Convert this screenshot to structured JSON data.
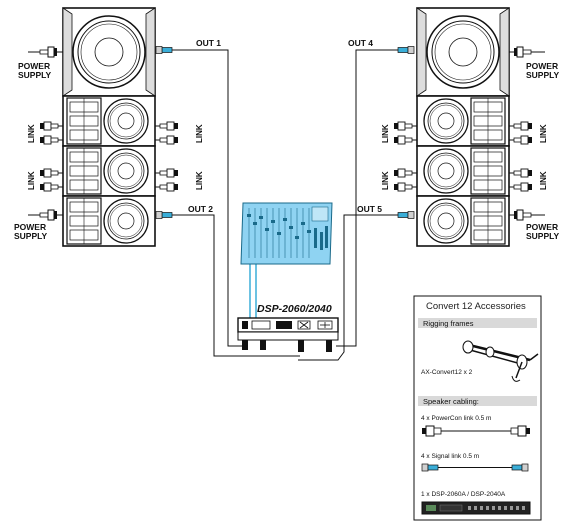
{
  "outputs": {
    "out1": "OUT 1",
    "out2": "OUT 2",
    "out4": "OUT 4",
    "out5": "OUT 5"
  },
  "labels": {
    "power_supply": [
      "POWER",
      "SUPPLY"
    ],
    "link": "LINK"
  },
  "processor": {
    "model": "DSP-2060/2040"
  },
  "accessories": {
    "title": "Convert 12 Accessories",
    "rigging": {
      "header": "Rigging frames",
      "item": "AX-Convert12 x 2"
    },
    "cabling": {
      "header": "Speaker cabling:",
      "powercon": "4 x PowerCon link 0.5 m",
      "signal": "4 x Signal link 0.5 m",
      "dsp": "1 x DSP-2060A / DSP-2040A"
    }
  },
  "colors": {
    "signal_cable": "#3aaed8",
    "mixer": "#8fd3f2",
    "accessory_header_bg": "#d9d9d9"
  }
}
